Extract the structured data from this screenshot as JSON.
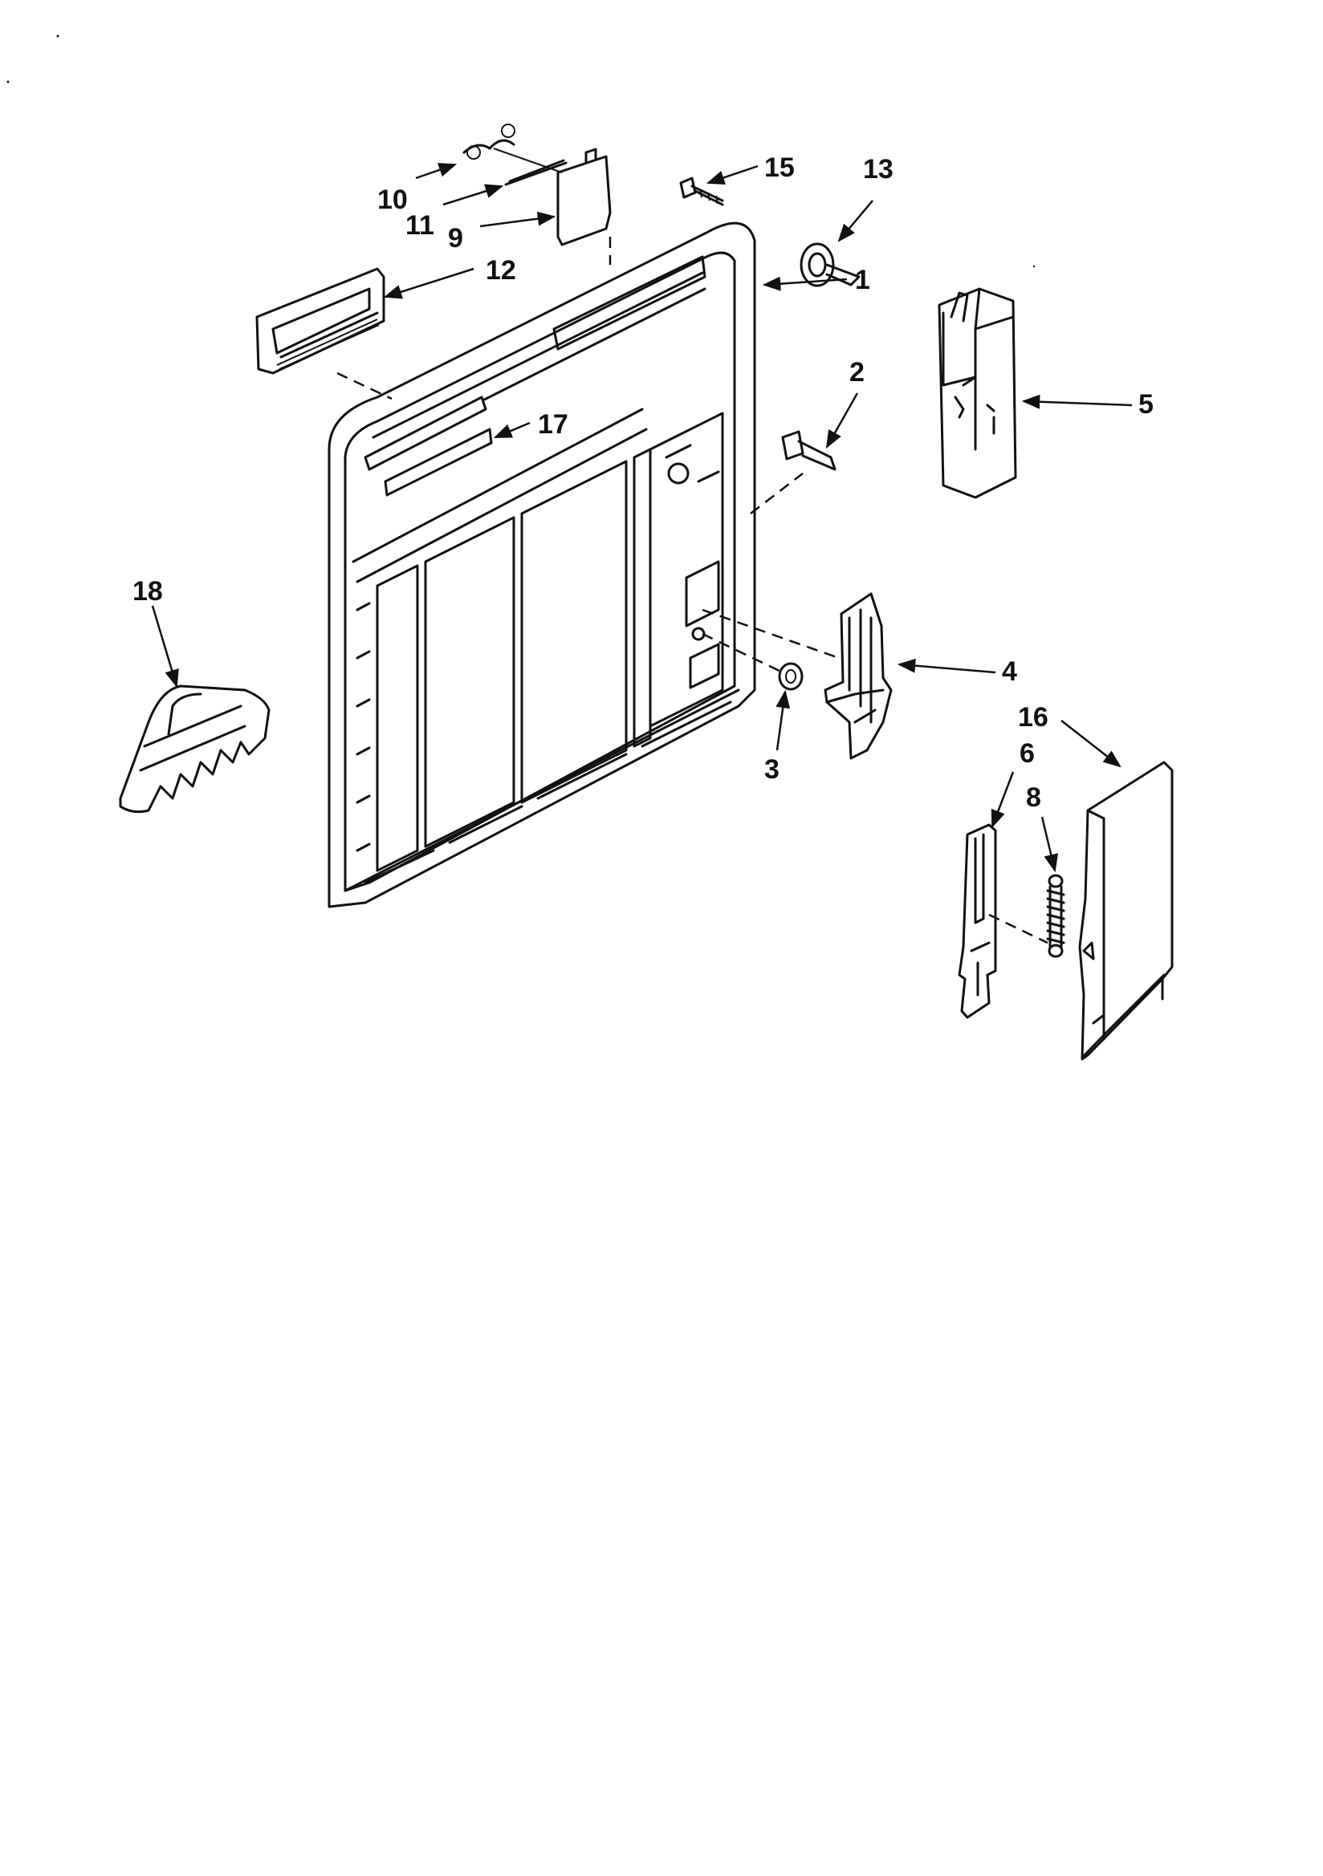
{
  "callouts": {
    "c1": "1",
    "c2": "2",
    "c3": "3",
    "c4": "4",
    "c5": "5",
    "c6": "6",
    "c8": "8",
    "c9": "9",
    "c10": "10",
    "c11": "11",
    "c12": "12",
    "c13": "13",
    "c15": "15",
    "c16": "16",
    "c17": "17",
    "c18": "18"
  },
  "colors": {
    "ink": "#111111",
    "paper": "#ffffff"
  }
}
